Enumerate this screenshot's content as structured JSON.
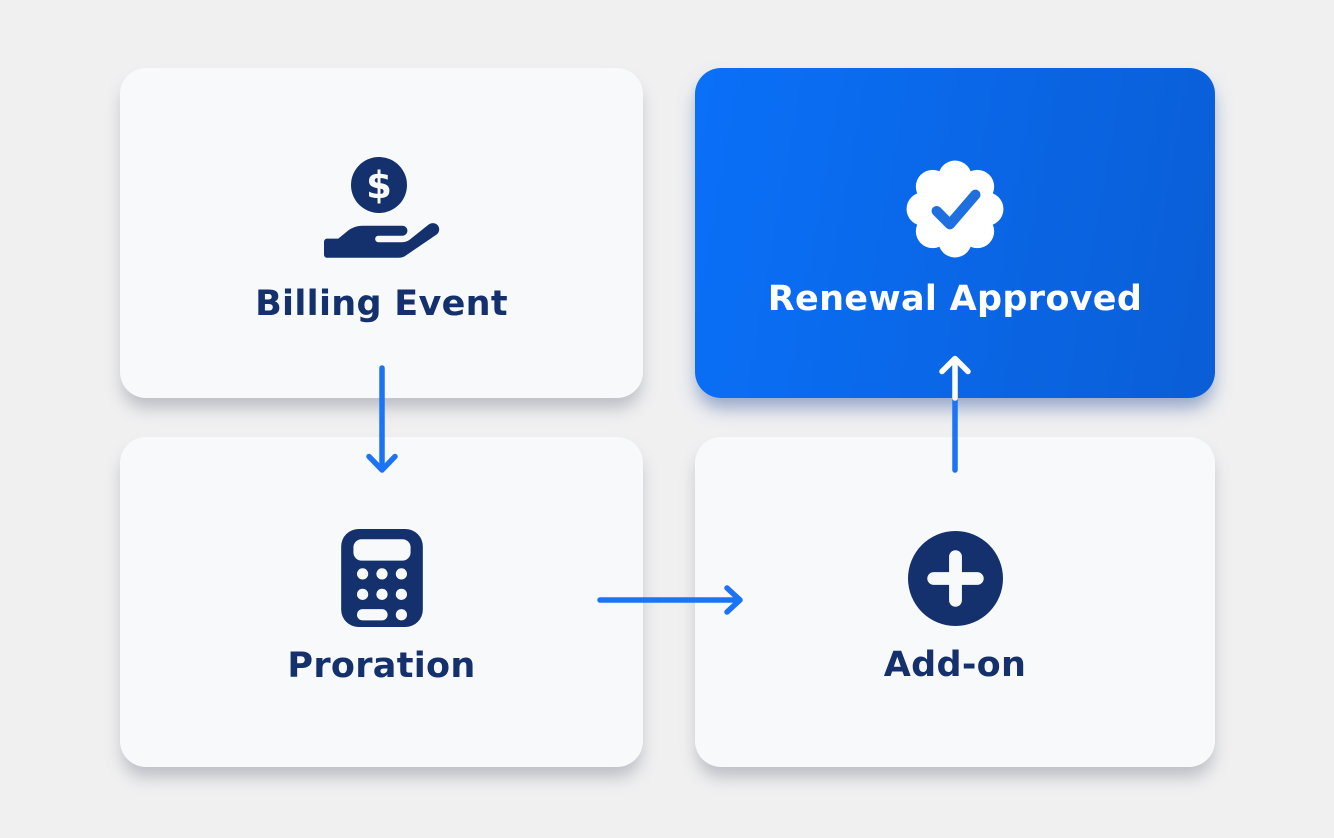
{
  "page": {
    "background": "#f0f0f1"
  },
  "palette": {
    "navy": "#14316e",
    "card_bg": "#f8f9fb",
    "arrow_blue": "#1b74f6",
    "primary_gradient_start": "#0a70f8",
    "primary_gradient_end": "#0a5ed6",
    "check_blue": "#1e6fe0",
    "white": "#ffffff"
  },
  "cards": [
    {
      "id": "billing-event",
      "label": "Billing Event",
      "icon": "hand-holding-dollar-icon",
      "variant": "light"
    },
    {
      "id": "renewal-approved",
      "label": "Renewal Approved",
      "icon": "verified-badge-icon",
      "variant": "primary"
    },
    {
      "id": "proration",
      "label": "Proration",
      "icon": "calculator-icon",
      "variant": "light"
    },
    {
      "id": "add-on",
      "label": "Add-on",
      "icon": "plus-circle-icon",
      "variant": "light"
    }
  ],
  "connections": [
    {
      "from": "billing-event",
      "to": "proration",
      "direction": "down"
    },
    {
      "from": "proration",
      "to": "add-on",
      "direction": "right"
    },
    {
      "from": "add-on",
      "to": "renewal-approved",
      "direction": "up"
    }
  ]
}
